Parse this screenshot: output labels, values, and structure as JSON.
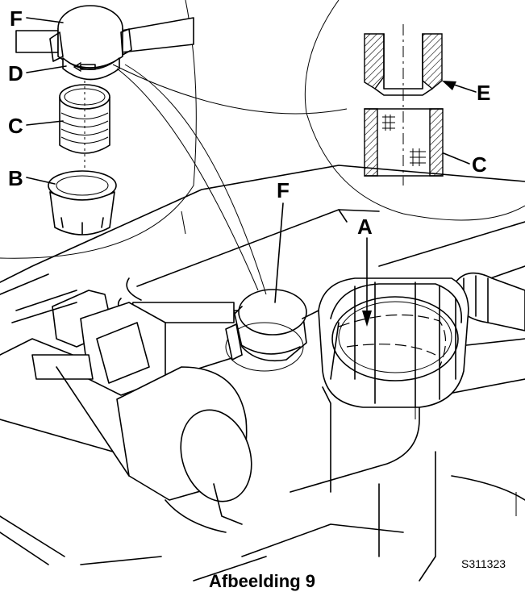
{
  "labels": {
    "f_top": "F",
    "d": "D",
    "c_left": "C",
    "b": "B",
    "e": "E",
    "c_right": "C",
    "a": "A",
    "f_main": "F"
  },
  "figure_code": "S311323",
  "caption": "Afbeelding 9"
}
